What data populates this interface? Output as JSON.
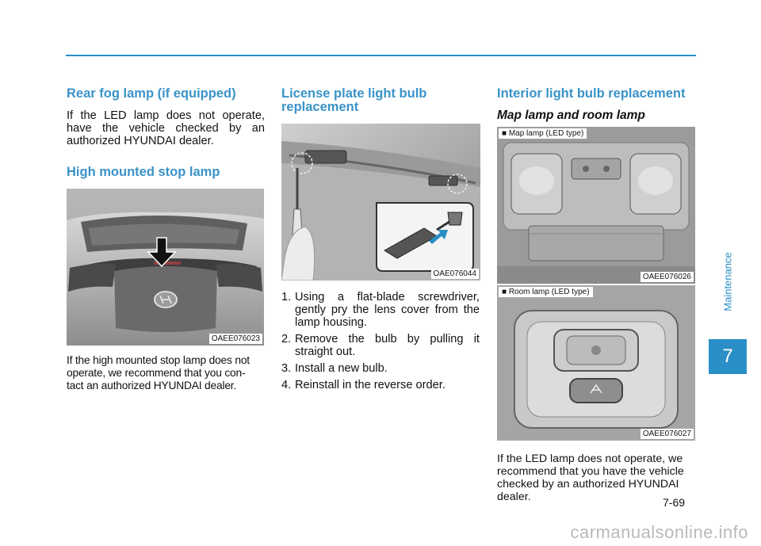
{
  "sections": {
    "rear_fog": {
      "title": "Rear fog lamp (if equipped)",
      "body": "If the LED lamp does not operate, have the vehicle checked by an authorized HYUNDAI dealer."
    },
    "stop_lamp": {
      "title": "High mounted stop lamp",
      "figure_code": "OAEE076023",
      "body": "If the high mounted stop lamp does not operate, we recommend that you con- tact an authorized HYUNDAI dealer."
    },
    "license": {
      "title_line1": "License plate light bulb",
      "title_line2": "replacement",
      "figure_code": "OAE076044",
      "steps": [
        {
          "num": "1.",
          "text": "Using a flat-blade screwdriver, gently pry the lens cover from the lamp housing."
        },
        {
          "num": "2.",
          "text": "Remove the bulb by pulling it straight out."
        },
        {
          "num": "3.",
          "text": "Install a new bulb."
        },
        {
          "num": "4.",
          "text": "Reinstall in the reverse order."
        }
      ]
    },
    "interior": {
      "title": "Interior light bulb replacement",
      "subtitle": "Map lamp and room lamp",
      "map_caption": "■ Map lamp (LED type)",
      "map_code": "OAEE076026",
      "room_caption": "■ Room lamp (LED type)",
      "room_code": "OAEE076027",
      "body": "If the LED lamp does not operate, we recommend that you have the vehicle checked by an authorized HYUNDAI dealer."
    }
  },
  "side": {
    "chapter_label": "Maintenance",
    "chapter_number": "7"
  },
  "page_number": "7-69",
  "footer": "carmanualsonline.info",
  "colors": {
    "accent": "#2b8fc7",
    "heading": "#3a93c8"
  }
}
